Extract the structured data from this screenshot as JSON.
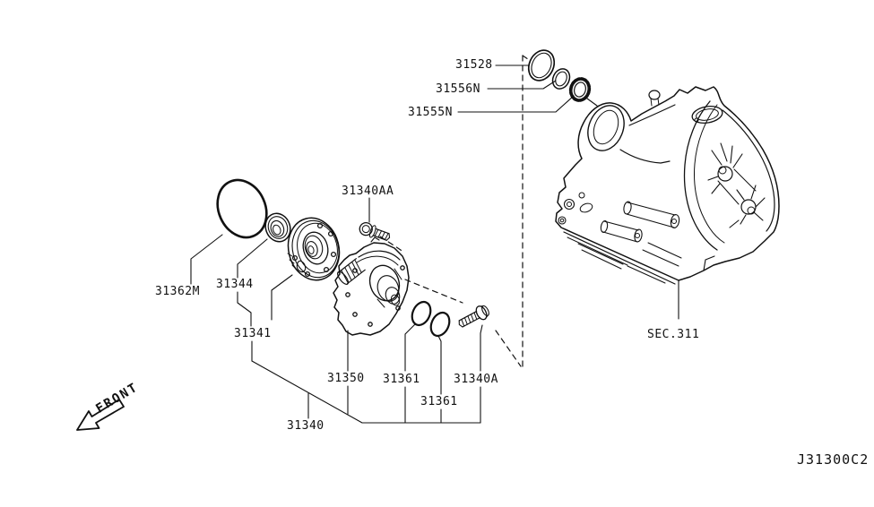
{
  "page": {
    "background_color": "#ffffff",
    "line_color": "#111111"
  },
  "diagram": {
    "drawing_code": "J31300C2",
    "section_label": "SEC.311",
    "front_label": "FRONT",
    "part_labels": {
      "p31528": "31528",
      "p31556N": "31556N",
      "p31555N": "31555N",
      "p31340AA": "31340AA",
      "p31362M": "31362M",
      "p31344": "31344",
      "p31341": "31341",
      "p31350": "31350",
      "p31361a": "31361",
      "p31340A": "31340A",
      "p31361b": "31361",
      "p31340": "31340"
    }
  }
}
